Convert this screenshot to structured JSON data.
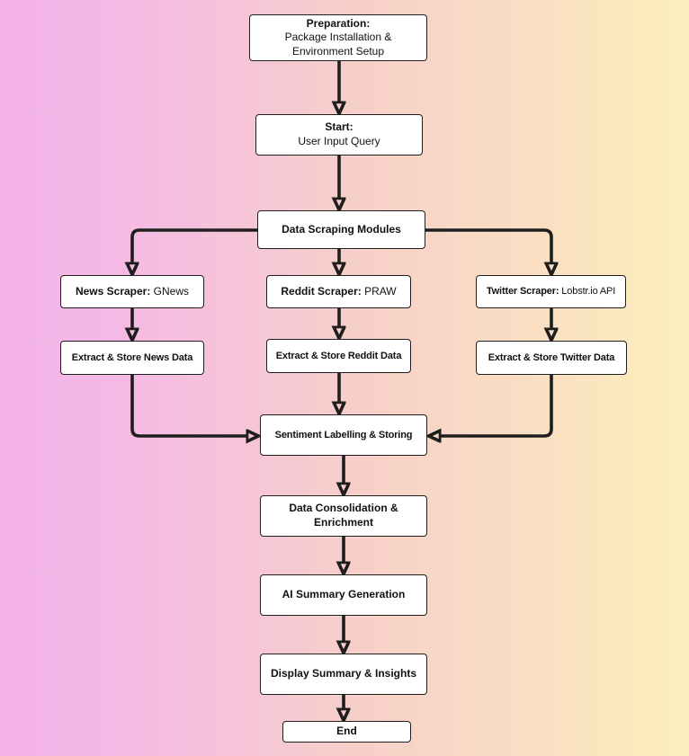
{
  "diagram": {
    "description": "Flowchart of a social media / news sentiment analysis pipeline"
  },
  "colors": {
    "bg_left": "#f3b2ea",
    "bg_mid": "#f7d0c9",
    "bg_right": "#fcefbc",
    "box_bg": "#ffffff",
    "line": "#1e1e1e",
    "text": "#111111"
  },
  "nodes": {
    "preparation": {
      "bold": "Preparation:",
      "text": "Package Installation & Environment Setup"
    },
    "start": {
      "bold": "Start:",
      "text": "User Input Query"
    },
    "data_scraping": {
      "bold": "Data Scraping Modules"
    },
    "news_scraper": {
      "bold": "News Scraper:",
      "text": " GNews"
    },
    "reddit_scraper": {
      "bold": "Reddit Scraper:",
      "text": " PRAW"
    },
    "twitter_scraper": {
      "bold": "Twitter Scraper:",
      "text": " Lobstr.io API"
    },
    "extract_news": {
      "bold": "Extract & Store News Data"
    },
    "extract_reddit": {
      "bold": "Extract & Store Reddit Data"
    },
    "extract_twitter": {
      "bold": "Extract & Store Twitter Data"
    },
    "sentiment": {
      "bold": "Sentiment Labelling & Storing"
    },
    "consolidation": {
      "bold": "Data Consolidation & Enrichment"
    },
    "ai_summary": {
      "bold": "AI Summary Generation"
    },
    "display": {
      "bold": "Display Summary & Insights"
    },
    "end": {
      "bold": "End"
    }
  }
}
